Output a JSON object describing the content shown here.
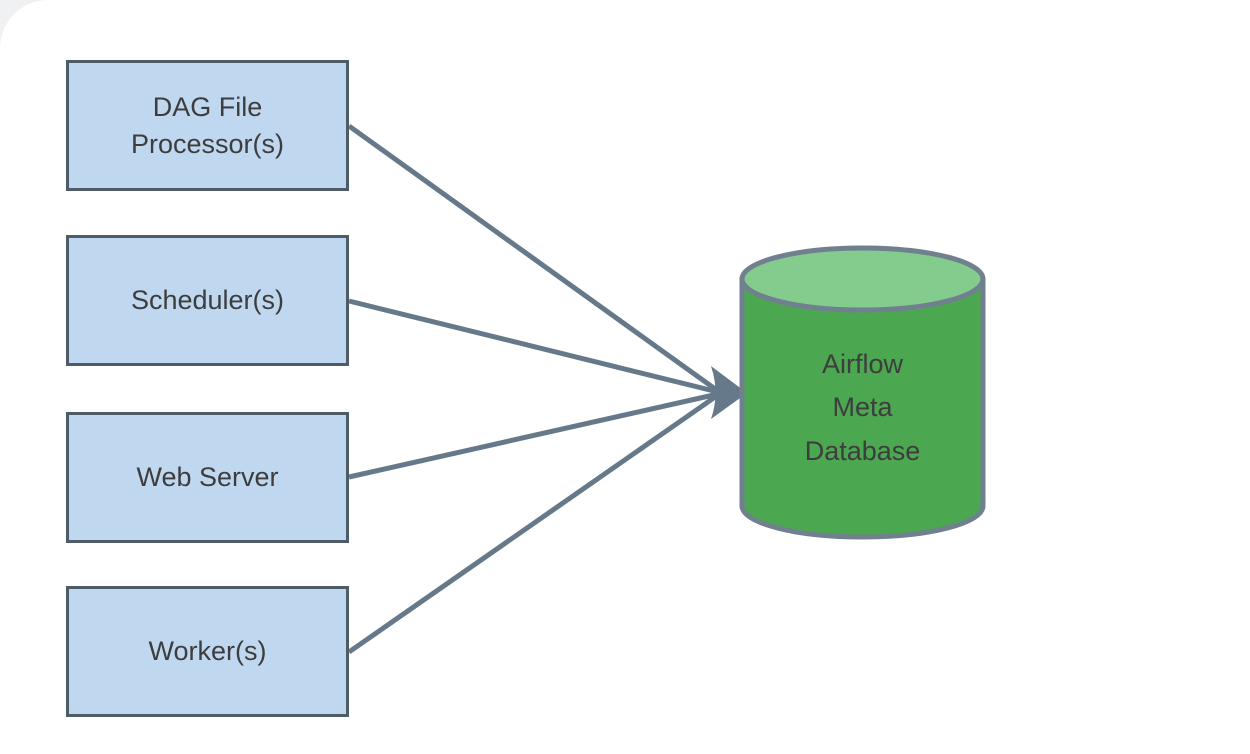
{
  "diagram": {
    "type": "architecture-diagram",
    "subject": "Airflow components writing to the metadata database",
    "nodes": [
      {
        "id": "dag-file-processor",
        "shape": "box",
        "label": "DAG File\nProcessor(s)"
      },
      {
        "id": "scheduler",
        "shape": "box",
        "label": "Scheduler(s)"
      },
      {
        "id": "web-server",
        "shape": "box",
        "label": "Web Server"
      },
      {
        "id": "worker",
        "shape": "box",
        "label": "Worker(s)"
      },
      {
        "id": "airflow-meta-database",
        "shape": "cylinder",
        "label": "Airflow\nMeta\nDatabase"
      }
    ],
    "edges": [
      {
        "from": "dag-file-processor",
        "to": "airflow-meta-database",
        "arrow": "to"
      },
      {
        "from": "scheduler",
        "to": "airflow-meta-database",
        "arrow": "to"
      },
      {
        "from": "web-server",
        "to": "airflow-meta-database",
        "arrow": "to"
      },
      {
        "from": "worker",
        "to": "airflow-meta-database",
        "arrow": "to"
      }
    ],
    "colors": {
      "page_bg": "#FFFFFF",
      "outside_corner": "#EFF1F3",
      "box_fill": "#BFD8F0",
      "box_border": "#4E5C68",
      "connector": "#66798A",
      "cylinder_body": "#4CA751",
      "cylinder_top": "#84CC8E",
      "cylinder_border": "#70808F",
      "text": "#3D3D3D"
    }
  }
}
